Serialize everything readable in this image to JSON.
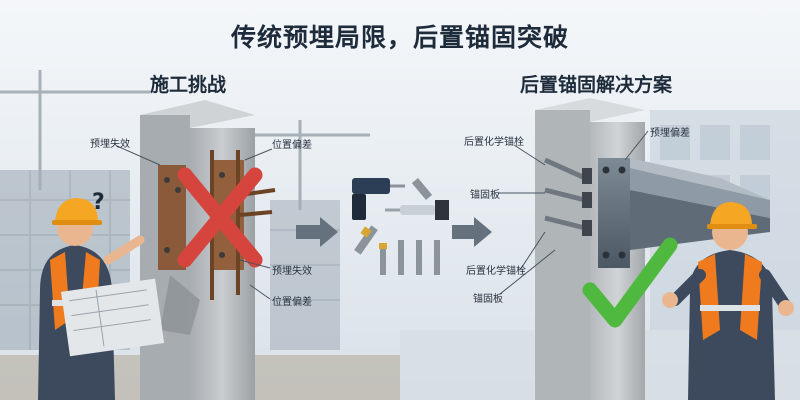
{
  "title": "传统预埋局限，后置锚固突破",
  "left": {
    "heading": "施工挑战",
    "labels": [
      "预埋失效",
      "位置偏差",
      "预埋失效",
      "位置偏差"
    ]
  },
  "right": {
    "heading": "后置锚固解决方案",
    "labels": [
      "后置化学锚栓",
      "锚固板",
      "后置化学锚栓",
      "锚固板",
      "预埋偏差"
    ]
  },
  "colors": {
    "cross": "#d6453d",
    "check": "#4fb83f",
    "vest": "#f07a1e",
    "helmet": "#f5a623"
  }
}
